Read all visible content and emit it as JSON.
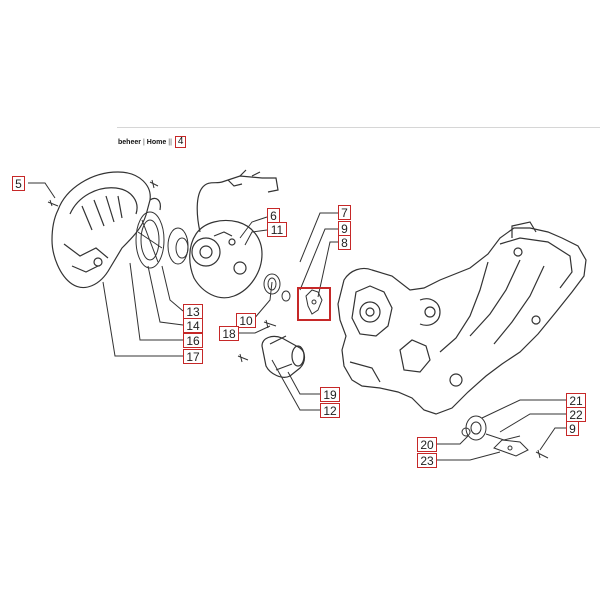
{
  "nav": {
    "admin": "beheer",
    "home": "Home",
    "small_text": "",
    "badge": "4"
  },
  "callouts": [
    {
      "id": "c5",
      "label": "5"
    },
    {
      "id": "c6",
      "label": "6"
    },
    {
      "id": "c11",
      "label": "11"
    },
    {
      "id": "c7",
      "label": "7"
    },
    {
      "id": "c9a",
      "label": "9"
    },
    {
      "id": "c8",
      "label": "8"
    },
    {
      "id": "c10",
      "label": "10"
    },
    {
      "id": "c13",
      "label": "13"
    },
    {
      "id": "c14",
      "label": "14"
    },
    {
      "id": "c16",
      "label": "16"
    },
    {
      "id": "c17",
      "label": "17"
    },
    {
      "id": "c18",
      "label": "18"
    },
    {
      "id": "c19",
      "label": "19"
    },
    {
      "id": "c12",
      "label": "12"
    },
    {
      "id": "c21",
      "label": "21"
    },
    {
      "id": "c22",
      "label": "22"
    },
    {
      "id": "c20",
      "label": "20"
    },
    {
      "id": "c9b",
      "label": "9"
    },
    {
      "id": "c23",
      "label": "23"
    }
  ],
  "colors": {
    "callout_border": "#c62828",
    "line": "#333333"
  }
}
